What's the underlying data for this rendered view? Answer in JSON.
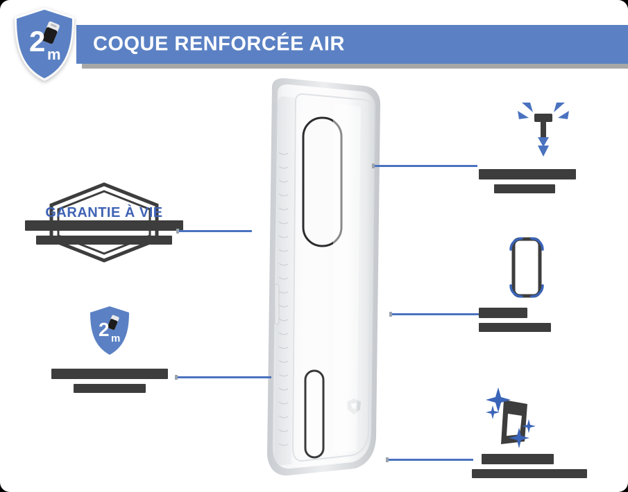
{
  "header": {
    "title": "COQUE RENFORCÉE AIR",
    "badge": {
      "drop_height": "2",
      "unit": "m",
      "icon": "falling-phone-icon",
      "shape": "shield"
    },
    "banner_color": "#5b81c4"
  },
  "colors": {
    "accent_blue": "#5b81c4",
    "line_blue": "#4a72bf",
    "text_blue": "#3f63b5",
    "redacted_gray": "#3d3d3d",
    "shadow_gray": "#8a8a8a",
    "page_background": "#ffffff"
  },
  "product": {
    "image": "transparent-phone-case",
    "details": [
      "camera-cutout",
      "textured-grip-sides",
      "fingerprint-cutout",
      "brand-logo"
    ]
  },
  "features": {
    "left": [
      {
        "id": "lifetime-warranty",
        "icon": "hexagon-warranty-badge-icon",
        "badge_text": "GARANTIE À VIE",
        "caption_lines": [
          "",
          ""
        ],
        "caption_redacted": true,
        "connector": "line-to-case"
      },
      {
        "id": "drop-protection",
        "icon": "shield-drop-icon",
        "badge_value": "2",
        "badge_unit": "m",
        "caption_lines": [
          "",
          ""
        ],
        "caption_redacted": true,
        "connector": "line-to-case"
      }
    ],
    "right": [
      {
        "id": "shock-absorption",
        "icon": "shock-absorption-arrows-icon",
        "caption_lines": [
          "",
          ""
        ],
        "caption_redacted": true,
        "connector": "line-to-case"
      },
      {
        "id": "corner-protection",
        "icon": "phone-reinforced-corners-icon",
        "caption_lines": [
          "",
          ""
        ],
        "caption_redacted": true,
        "connector": "line-to-case"
      },
      {
        "id": "anti-yellowing",
        "icon": "phone-sparkle-clarity-icon",
        "caption_lines": [
          "",
          ""
        ],
        "caption_redacted": true,
        "connector": "line-to-case"
      }
    ]
  }
}
